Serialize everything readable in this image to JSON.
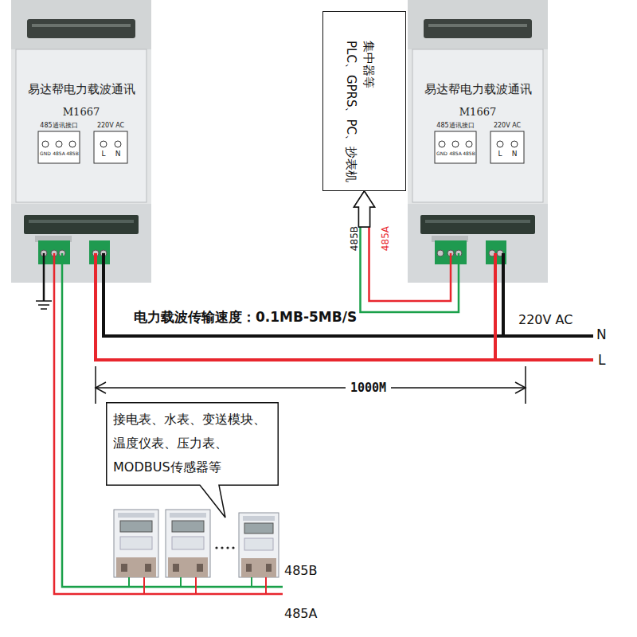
{
  "diagram": {
    "nodes": [
      {
        "text": [
          "易达帮电力载波通讯",
          "M1667",
          "485通讯接口",
          "220V AC",
          "GND",
          "485A",
          "485B",
          "L",
          "N"
        ]
      },
      {
        "text": [
          "PLC、GPRS、PC、抄表机 集中器等"
        ]
      },
      {
        "text": [
          "易达帮电力载波通讯",
          "M1667",
          "485通讯接口",
          "220V AC",
          "GND",
          "485A",
          "485B",
          "L",
          "N"
        ]
      },
      {
        "text": [
          "接电表、水表、变送模块、 温度仪表、压力表、 MODBUS传感器等"
        ]
      }
    ],
    "edges": [
      {
        "from": 0,
        "to": 2,
        "arrow": "none",
        "label": "电力载波传输速度：0.1MB-5MB/S"
      },
      {
        "from": 0,
        "to": 2,
        "arrow": "none"
      },
      {
        "from": 2,
        "to": 1,
        "arrow": "to"
      },
      {
        "from": 2,
        "to": 1,
        "arrow": "to"
      }
    ],
    "labels": [
      "485B",
      "485A",
      "220V AC",
      "N",
      "L",
      "1000M",
      "485B",
      "485A"
    ]
  }
}
